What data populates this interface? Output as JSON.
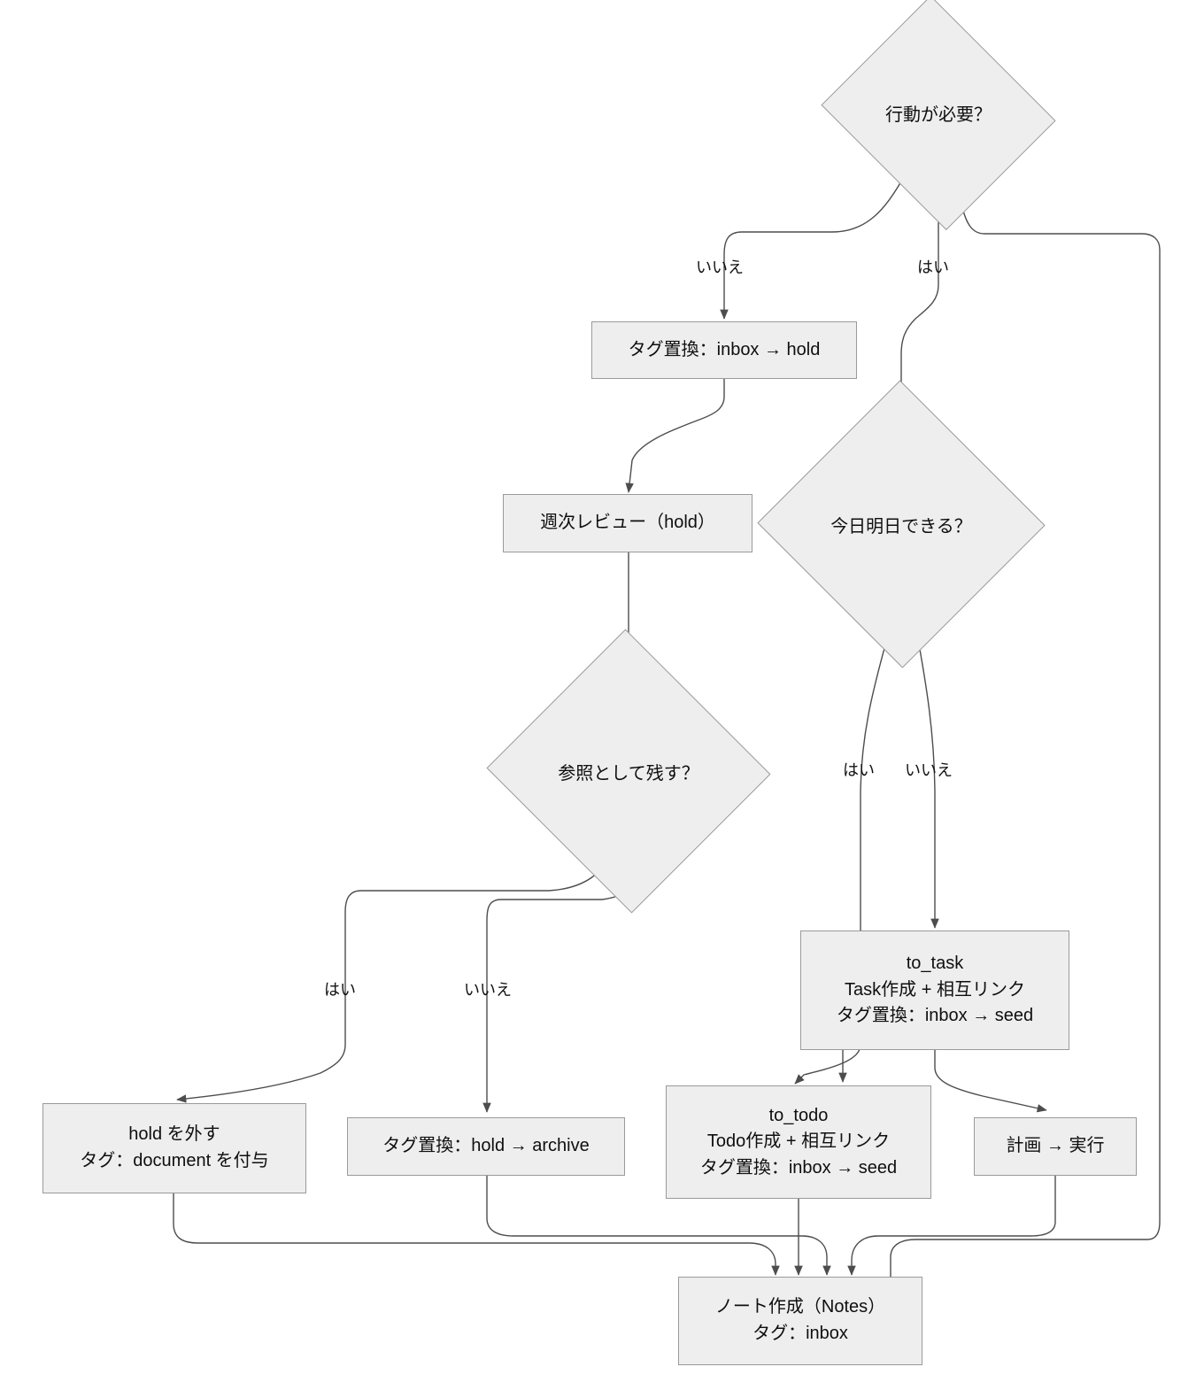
{
  "diagram": {
    "title": "inbox triage flowchart",
    "palette": {
      "node_fill": "#eeeeee",
      "node_border": "#9a9a9a",
      "edge_stroke": "#4d4d4d",
      "text": "#0f0f0f",
      "background": "#ffffff"
    },
    "nodes": {
      "need_action": {
        "shape": "decision",
        "label": "行動が必要？"
      },
      "tag_inbox_to_hold": {
        "shape": "process",
        "lines": [
          "タグ置換：inbox → hold"
        ]
      },
      "weekly_review": {
        "shape": "process",
        "lines": [
          "週次レビュー（hold）"
        ]
      },
      "can_do_today": {
        "shape": "decision",
        "label": "今日明日できる？"
      },
      "keep_as_reference": {
        "shape": "decision",
        "label": "参照として残す？"
      },
      "to_task": {
        "shape": "process",
        "lines": [
          "to_task",
          "Task作成 + 相互リンク",
          "タグ置換：inbox → seed"
        ]
      },
      "remove_hold": {
        "shape": "process",
        "lines": [
          "hold を外す",
          "タグ：document を付与"
        ]
      },
      "tag_hold_to_archive": {
        "shape": "process",
        "lines": [
          "タグ置換：hold → archive"
        ]
      },
      "to_todo": {
        "shape": "process",
        "lines": [
          "to_todo",
          "Todo作成 + 相互リンク",
          "タグ置換：inbox → seed"
        ]
      },
      "plan_to_exec": {
        "shape": "process",
        "lines": [
          "計画 → 実行"
        ]
      },
      "note_create": {
        "shape": "process",
        "lines": [
          "ノート作成（Notes）",
          "タグ：inbox"
        ]
      }
    },
    "edge_labels": {
      "need_action_no": "いいえ",
      "need_action_yes": "はい",
      "can_do_yes": "はい",
      "can_do_no": "いいえ",
      "reference_yes": "はい",
      "reference_no": "いいえ"
    }
  }
}
